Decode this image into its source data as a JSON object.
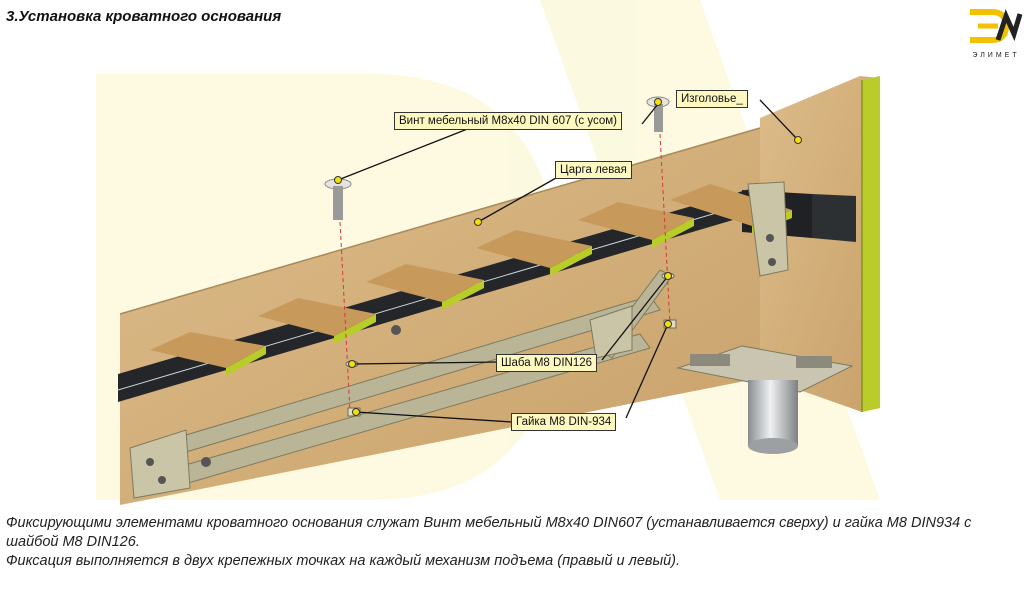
{
  "title": "3.Установка кроватного основания",
  "logo": {
    "text": "ЭЛИМЕТ",
    "color": "#f2c200"
  },
  "callouts": {
    "screw": "Винт мебельный М8х40 DIN 607 (с усом)",
    "headboard": "Изголовье_",
    "side_rail": "Царга левая",
    "washer": "Шаба М8 DIN126",
    "nut": "Гайка М8 DIN-934"
  },
  "description": {
    "line1": "Фиксирующими элементами кроватного основания служат Винт мебельный М8х40 DIN607 (устанавливается сверху) и гайка М8 DIN934 с шайбой М8 DIN126.",
    "line2": "Фиксация выполняется в двух крепежных точках на каждый механизм подъема (правый и левый)."
  },
  "colors": {
    "wood": "#d9b886",
    "metal": "#b9b596",
    "slat_end": "#c8d63a"
  }
}
